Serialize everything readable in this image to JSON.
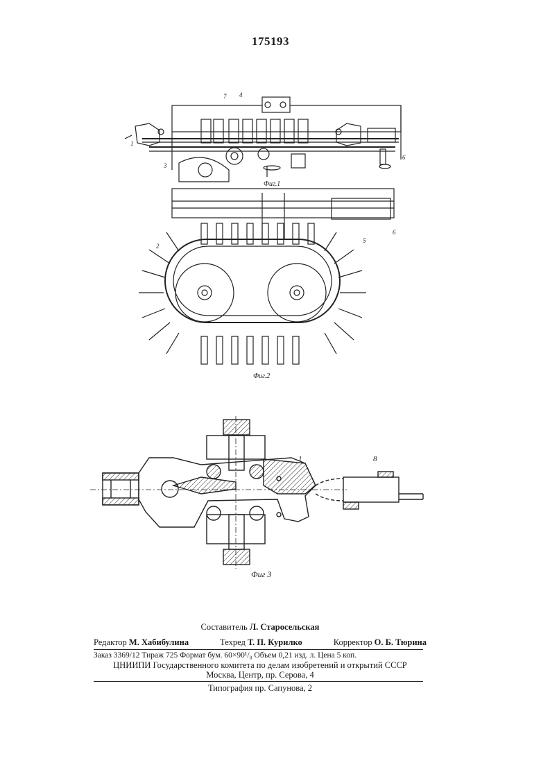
{
  "document": {
    "patent_number": "175193",
    "figures": {
      "fig1": {
        "caption": "Фиг.1",
        "refs": {
          "r7": "7",
          "r4": "4",
          "r1": "1",
          "r3": "3",
          "r6": "6"
        }
      },
      "fig2": {
        "caption": "Фиг.2",
        "refs": {
          "r2": "2",
          "r5": "5",
          "r6": "6"
        }
      },
      "fig3": {
        "caption": "Фиг 3",
        "refs": {
          "r1": "1",
          "r8": "8"
        }
      }
    },
    "credits": {
      "compiler_label": "Составитель",
      "compiler_name": "Л. Старосельская",
      "editor_label": "Редактор",
      "editor_name": "М. Хабибулина",
      "techred_label": "Техред",
      "techred_name": "Т. П. Курилко",
      "corrector_label": "Корректор",
      "corrector_name": "О. Б. Тюрина"
    },
    "imprint": {
      "line1": "Заказ 3369/12   Тираж 725   Формат бум. 60×90¹/₈   Объем 0,21 изд. л.   Цена 5 коп.",
      "line2": "ЦНИИПИ Государственного комитета по делам изобретений и открытий СССР",
      "line3": "Москва, Центр, пр. Серова, 4",
      "printer": "Типография пр. Сапунова, 2"
    }
  }
}
